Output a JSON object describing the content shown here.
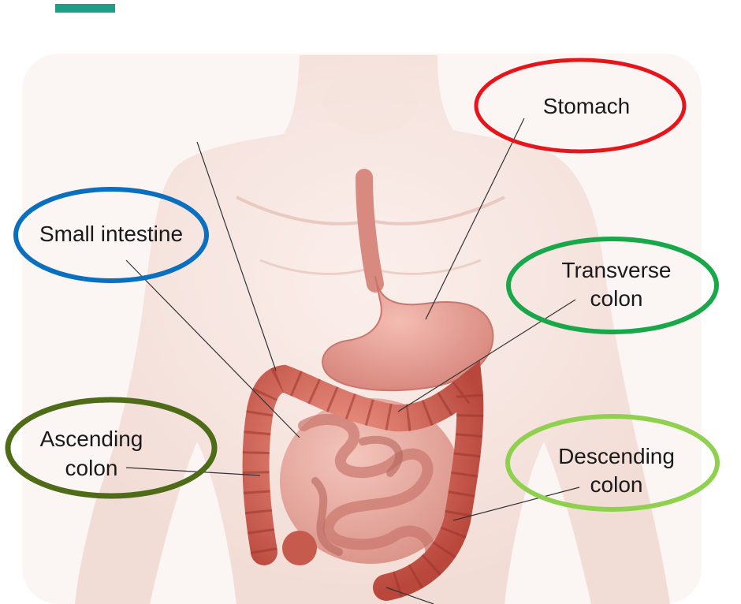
{
  "header": {
    "accent_color": "#1e9e86"
  },
  "labels": {
    "stomach": {
      "lines": [
        "Stomach"
      ],
      "ring_color": "#e8141a"
    },
    "small_intestine": {
      "lines": [
        "Small intestine"
      ],
      "ring_color": "#0a6fbf"
    },
    "transverse_colon": {
      "lines": [
        "Transverse",
        "colon"
      ],
      "ring_color": "#18a84a"
    },
    "ascending_colon": {
      "lines": [
        "Ascending",
        "colon"
      ],
      "ring_color": "#4e6b17"
    },
    "descending_colon": {
      "lines": [
        "Descending",
        "colon"
      ],
      "ring_color": "#8fd14f"
    }
  }
}
